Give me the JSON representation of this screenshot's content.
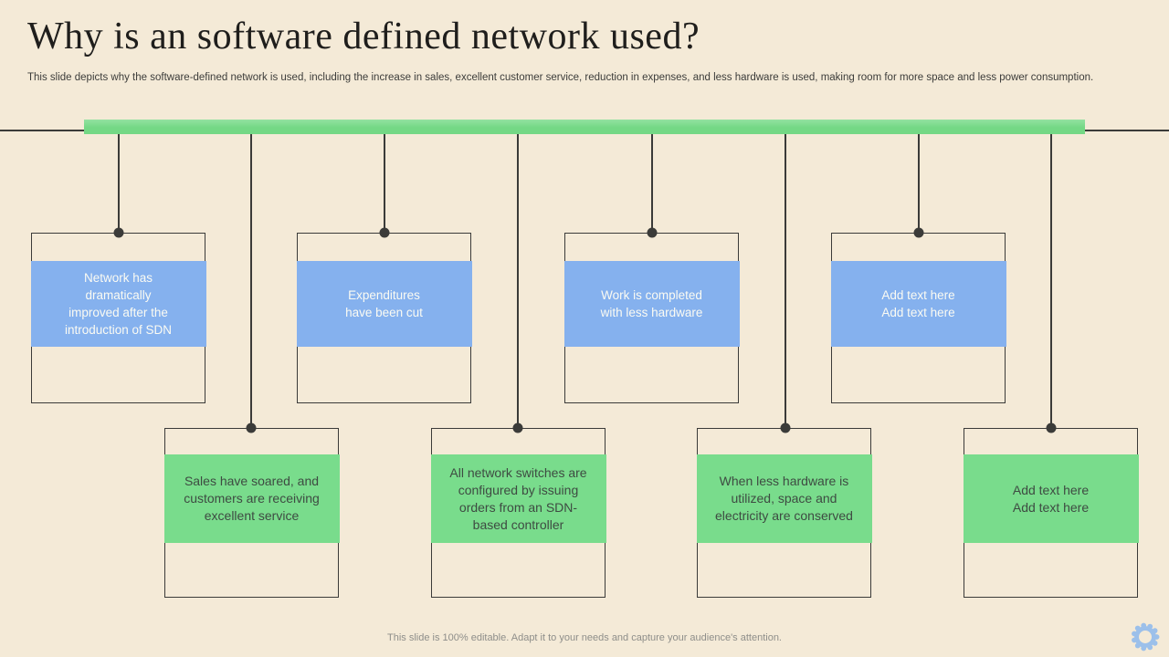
{
  "slide": {
    "title": "Why is an software defined network used?",
    "subtitle": "This slide depicts why the software-defined network is used, including the increase in sales, excellent customer service, reduction in expenses, and less hardware is used, making room for more space and less power consumption.",
    "footer": "This slide is 100% editable. Adapt it to your needs and capture your audience's attention."
  },
  "colors": {
    "background": "#f4ead7",
    "line": "#3b3b39",
    "blue_fill": "#85b1ee",
    "green_fill": "#79dc8c",
    "green_bar": "#7cdc8a",
    "light_text": "#fbfbf3",
    "dark_text": "#3e4b42",
    "footer_text": "#8e8e8a",
    "gear_blue": "#9cc0ea"
  },
  "diagram": {
    "top_items": [
      "Network has\ndramatically\nimproved after the\nintroduction of SDN",
      "Expenditures\nhave been cut",
      "Work is completed\nwith less hardware",
      "Add text here\nAdd text here"
    ],
    "bottom_items": [
      "Sales have soared, and\ncustomers are receiving\nexcellent service",
      "All network switches are\nconfigured by issuing\norders from an SDN-\nbased controller",
      "When less hardware is\nutilized, space and\nelectricity are conserved",
      "Add text here\nAdd text here"
    ]
  }
}
